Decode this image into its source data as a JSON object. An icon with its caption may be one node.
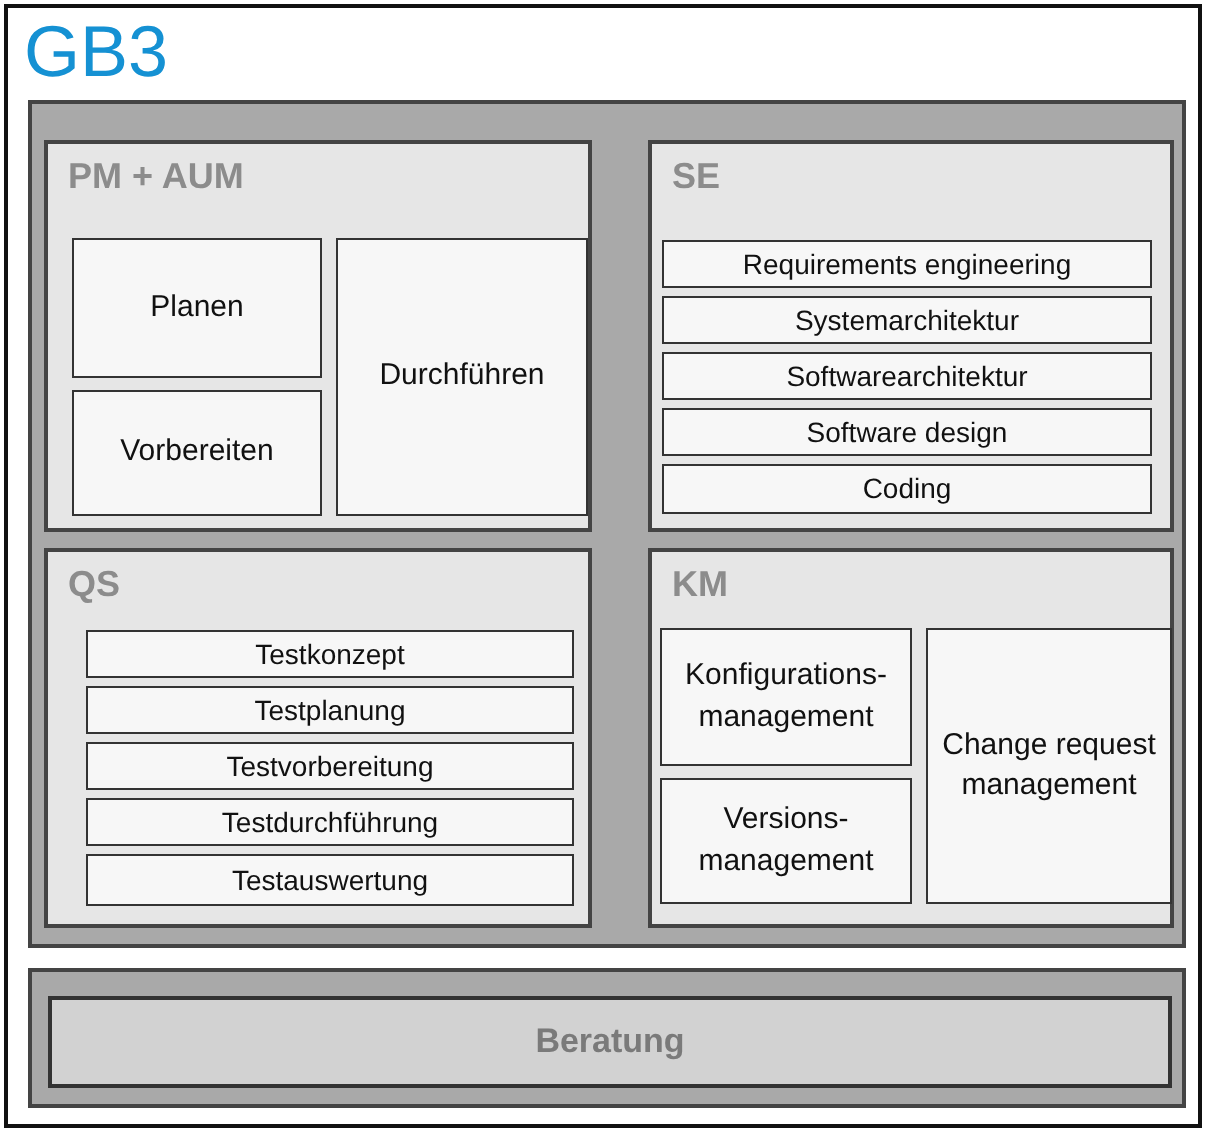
{
  "diagram": {
    "nodes": [
      {
        "text": [
          "GB3"
        ]
      },
      {
        "text": [],
        "shape": "box",
        "in": 0
      },
      {
        "text": [
          "PM + AUM"
        ],
        "in": 1
      },
      {
        "text": [
          "Planen"
        ],
        "in": 2
      },
      {
        "text": [
          "Vorbereiten"
        ],
        "in": 2
      },
      {
        "text": [
          "Durchführen"
        ],
        "in": 2
      },
      {
        "text": [
          "SE"
        ],
        "in": 1
      },
      {
        "text": [
          "Requirements engineering"
        ],
        "in": 6
      },
      {
        "text": [
          "Systemarchitektur"
        ],
        "in": 6
      },
      {
        "text": [
          "Softwarearchitektur"
        ],
        "in": 6
      },
      {
        "text": [
          "Software design"
        ],
        "in": 6
      },
      {
        "text": [
          "Coding"
        ],
        "in": 6
      },
      {
        "text": [
          "QS"
        ],
        "in": 1
      },
      {
        "text": [
          "Testkonzept"
        ],
        "in": 12
      },
      {
        "text": [
          "Testplanung"
        ],
        "in": 12
      },
      {
        "text": [
          "Testvorbereitung"
        ],
        "in": 12
      },
      {
        "text": [
          "Testdurchführung"
        ],
        "in": 12
      },
      {
        "text": [
          "Testauswertung"
        ],
        "in": 12
      },
      {
        "text": [
          "KM"
        ],
        "in": 1
      },
      {
        "text": [
          "Konfigurations- management"
        ],
        "in": 18
      },
      {
        "text": [
          "Versions- management"
        ],
        "in": 18
      },
      {
        "text": [
          "Change request management"
        ],
        "in": 18
      },
      {
        "text": [],
        "shape": "box",
        "in": 0
      },
      {
        "text": [
          "Beratung"
        ],
        "in": 22
      }
    ],
    "edges": []
  }
}
